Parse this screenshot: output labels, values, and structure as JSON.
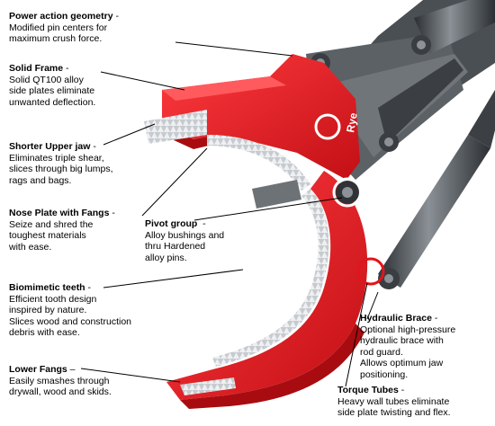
{
  "callouts": [
    {
      "id": "power-action-geometry",
      "title": "Power action geometry",
      "desc": "Modified pin centers for\nmaximum crush force."
    },
    {
      "id": "solid-frame",
      "title": "Solid Frame",
      "desc": "Solid QT100 alloy\nside plates eliminate\nunwanted deflection."
    },
    {
      "id": "shorter-upper-jaw",
      "title": "Shorter Upper jaw",
      "desc": "Eliminates triple shear,\nslices through big lumps,\nrags and bags."
    },
    {
      "id": "nose-plate-with-fangs",
      "title": "Nose Plate with Fangs",
      "desc": "Seize and shred the\ntoughest materials\nwith ease."
    },
    {
      "id": "pivot-group",
      "title": "Pivot group",
      "desc": "Alloy bushings and\nthru Hardened\nalloy pins."
    },
    {
      "id": "biomimetic-teeth",
      "title": "Biomimetic teeth",
      "desc": "Efficient tooth design\ninspired by nature.\nSlices wood and construction\ndebris with ease."
    },
    {
      "id": "hydraulic-brace",
      "title": "Hydraulic Brace",
      "desc": "Optional high-pressure\nhydraulic brace with\nrod guard.\nAllows optimum jaw\npositioning."
    },
    {
      "id": "lower-fangs",
      "title": "Lower Fangs",
      "desc": "Easily smashes through\ndrywall, wood and skids."
    },
    {
      "id": "torque-tubes",
      "title": "Torque Tubes",
      "desc": "Heavy wall tubes eliminate\nside plate twisting and flex."
    }
  ],
  "logo_text": "Rye",
  "colors": {
    "frame": "#e3141b",
    "frame_dark": "#a80c10",
    "steel": "#5b6064",
    "teeth": "#d9dde0",
    "callout_ring": "#ffffff"
  }
}
